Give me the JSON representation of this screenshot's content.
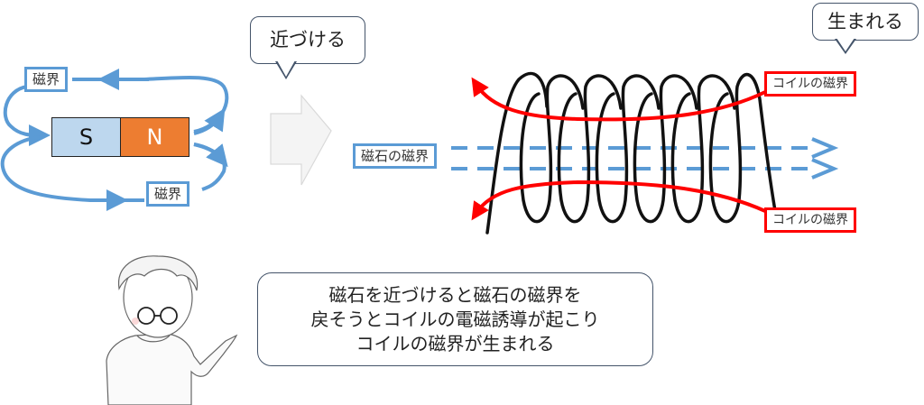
{
  "colors": {
    "field_blue": "#5b9bd5",
    "coil_red": "#ff0000",
    "s_pole": "#bdd7ee",
    "n_pole": "#ed7d31",
    "outline": "#44546a"
  },
  "magnet": {
    "s_label": "S",
    "n_label": "N",
    "field_label_top": "磁界",
    "field_label_bottom": "磁界"
  },
  "approach": {
    "callout": "近づける",
    "arrow_icon": "right-arrow-icon"
  },
  "coil": {
    "magnet_field_label": "磁石の磁界",
    "coil_field_label_top": "コイルの磁界",
    "coil_field_label_bottom": "コイルの磁界",
    "born_callout": "生まれる"
  },
  "explanation": {
    "lines": [
      "磁石を近づけると磁石の磁界を",
      "戻そうとコイルの電磁誘導が起こり",
      "コイルの磁界が生まれる"
    ]
  },
  "character": {
    "icon": "teacher-character-icon"
  }
}
